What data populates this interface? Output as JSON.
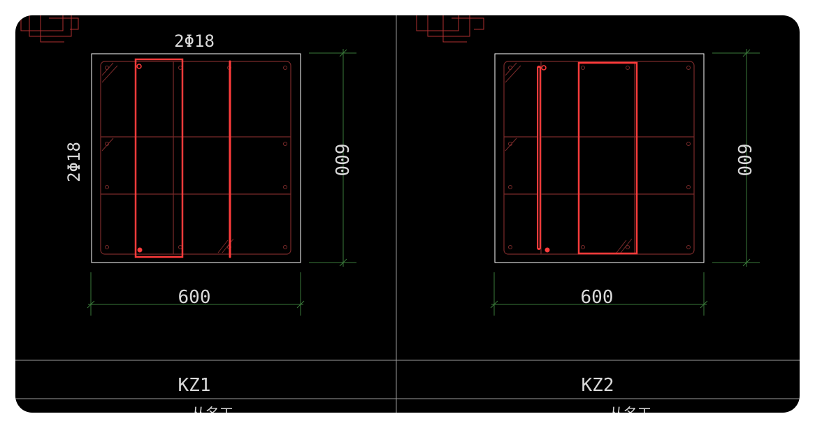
{
  "drawing": {
    "colors": {
      "background": "#000000",
      "section_outline": "#ffffff",
      "rebar": "#7a2a2a",
      "dimension": "#3a7a3a",
      "highlight": "#ff3b3b",
      "text": "#d9d9d9"
    },
    "panels": [
      {
        "id": "kz1",
        "name": "KZ1",
        "top_rebar_label": "2Φ18",
        "side_rebar_label": "2Φ18",
        "width_dimension": "600",
        "height_dimension": "600",
        "subtitle_partial": "从名工"
      },
      {
        "id": "kz2",
        "name": "KZ2",
        "width_dimension": "600",
        "height_dimension": "600",
        "subtitle_partial": "从名工"
      }
    ]
  }
}
